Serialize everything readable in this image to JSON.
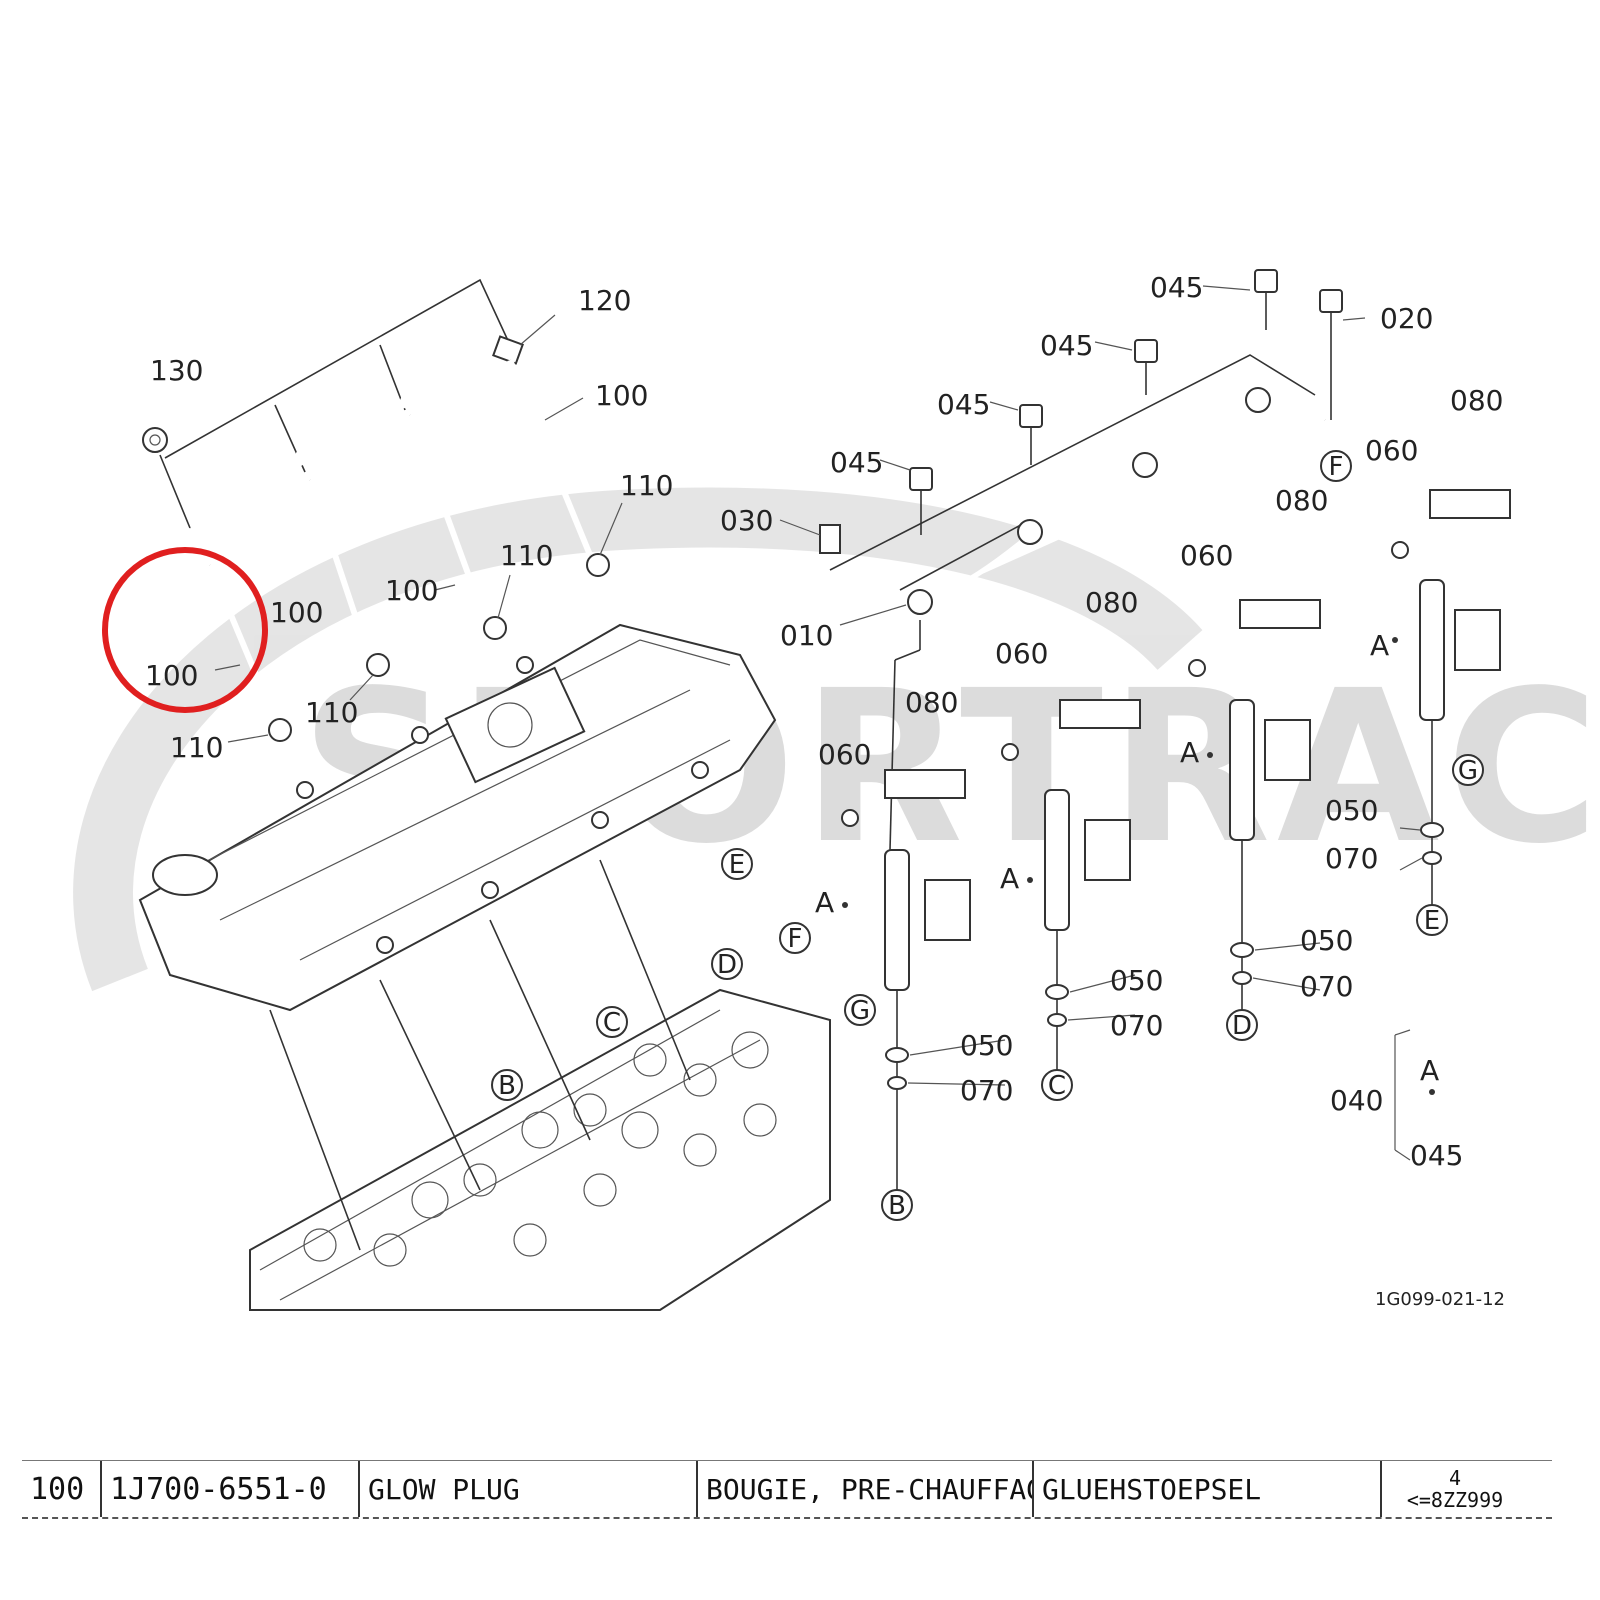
{
  "diagram": {
    "watermark": "SPORTRAC",
    "figure_code": "1G099-021-12",
    "labels": {
      "p130": "130",
      "p120": "120",
      "p100_a": "100",
      "p100_b": "100",
      "p100_c": "100",
      "p100_d": "100",
      "p110_a": "110",
      "p110_b": "110",
      "p110_c": "110",
      "p110_d": "110",
      "p045_a": "045",
      "p045_b": "045",
      "p045_c": "045",
      "p045_d": "045",
      "p045_e": "045",
      "p020": "020",
      "p030": "030",
      "p010": "010",
      "p080_a": "080",
      "p080_b": "080",
      "p080_c": "080",
      "p080_d": "080",
      "p060_a": "060",
      "p060_b": "060",
      "p060_c": "060",
      "p060_d": "060",
      "p050_a": "050",
      "p050_b": "050",
      "p050_c": "050",
      "p050_d": "050",
      "p070_a": "070",
      "p070_b": "070",
      "p070_c": "070",
      "p070_d": "070",
      "p040": "040",
      "a1": "A",
      "a2": "A",
      "a3": "A",
      "a4": "A",
      "a5": "A"
    },
    "refs": {
      "B_top": "B",
      "C_top": "C",
      "D_top": "D",
      "E_top": "E",
      "F_top": "F",
      "G_top": "G",
      "B_bot": "B",
      "C_bot": "C",
      "D_bot": "D",
      "E_bot": "E",
      "F_bot": "F",
      "G_bot": "G"
    },
    "highlight_color": "#e01f1f"
  },
  "parts_row": {
    "ref_no": "100",
    "part_no": "1J700-6551-0",
    "name_en": "GLOW PLUG",
    "name_fr": "BOUGIE, PRE-CHAUFFAGE",
    "name_de": "GLUEHSTOEPSEL",
    "qty": "4",
    "serial": "<=8ZZ999"
  }
}
